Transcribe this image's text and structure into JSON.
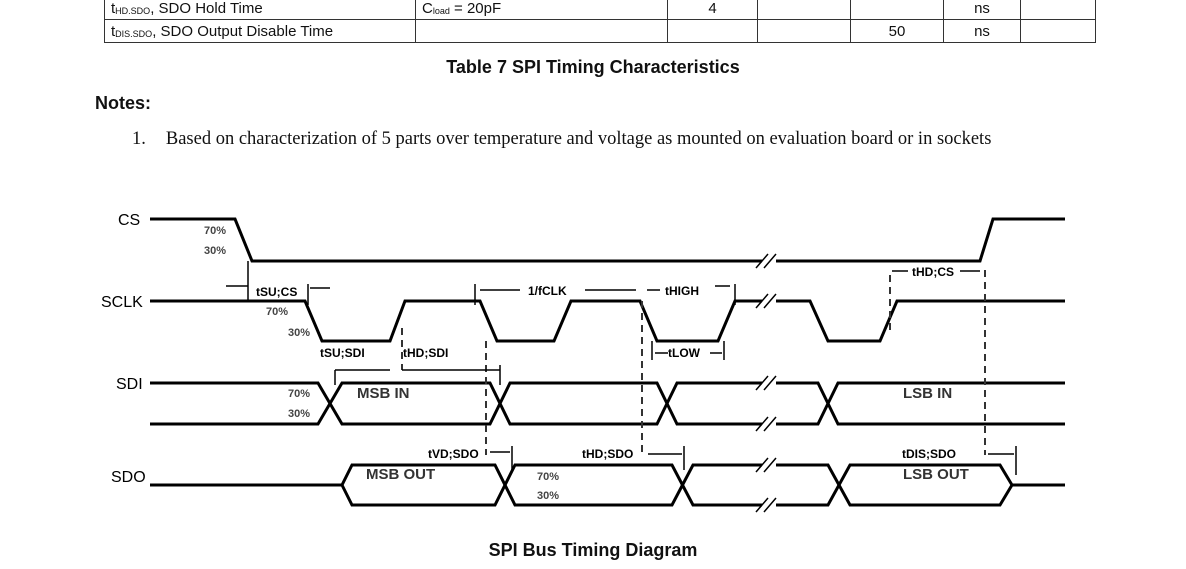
{
  "table": {
    "rows": [
      {
        "param_sym": "t",
        "param_sub": "HD.SDO",
        "param_name": ", SDO Hold Time",
        "condition_main": "C",
        "condition_sub": "load",
        "condition_rest": " = 20pF",
        "min": "4",
        "typ": "",
        "max": "",
        "unit": "ns",
        "notes": ""
      },
      {
        "param_sym": "t",
        "param_sub": "DIS.SDO",
        "param_name": ", SDO Output Disable Time",
        "condition_main": "",
        "condition_sub": "",
        "condition_rest": "",
        "min": "",
        "typ": "",
        "max": "50",
        "unit": "ns",
        "notes": ""
      }
    ],
    "caption": "Table 7 SPI Timing Characteristics"
  },
  "notes": {
    "heading": "Notes:",
    "items": [
      {
        "num": "1.",
        "text": "Based on characterization of 5 parts over temperature and voltage as mounted on evaluation board or in sockets"
      }
    ]
  },
  "diagram": {
    "signals": {
      "cs": "CS",
      "sclk": "SCLK",
      "sdi": "SDI",
      "sdo": "SDO"
    },
    "pct70": "70%",
    "pct30": "30%",
    "labels": {
      "tsu_cs": "tSU;CS",
      "tsu_sdi": "tSU;SDI",
      "thd_sdi": "tHD;SDI",
      "period": "1/fCLK",
      "thigh": "tHIGH",
      "tlow": "tLOW",
      "thd_cs": "tHD;CS",
      "tvd_sdo": "tVD;SDO",
      "thd_sdo": "tHD;SDO",
      "tdis_sdo": "tDIS;SDO",
      "msb_in": "MSB IN",
      "lsb_in": "LSB IN",
      "msb_out": "MSB OUT",
      "lsb_out": "LSB OUT"
    },
    "caption": "SPI Bus Timing Diagram"
  }
}
